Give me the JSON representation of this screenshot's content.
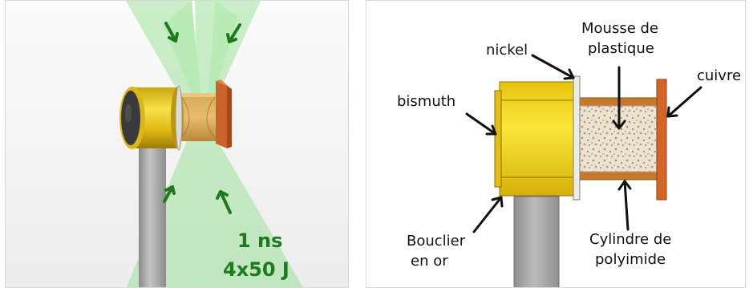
{
  "left_panel": {
    "duration": "1 ns",
    "energy": "4x50 J",
    "laser_color": "#2e8b2e"
  },
  "right_panel": {
    "labels": {
      "nickel": "nickel",
      "mousse_line1": "Mousse de",
      "mousse_line2": "plastique",
      "cuivre": "cuivre",
      "bismuth": "bismuth",
      "bouclier_line1": "Bouclier",
      "bouclier_line2": "en or",
      "cylindre_line1": "Cylindre de",
      "cylindre_line2": "polyimide"
    }
  },
  "colors": {
    "gold": "#f2cf1c",
    "copper": "#d2662a",
    "nickel": "#e8e8e0",
    "polyimide": "#c7792e",
    "foam": "#e6dac8",
    "stalk": "#a9a9a9"
  }
}
